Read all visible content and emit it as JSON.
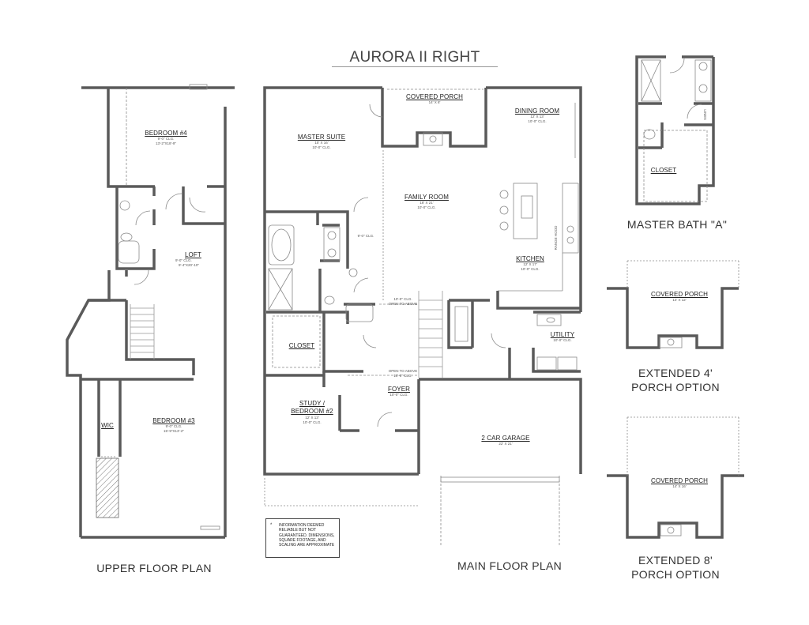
{
  "sheet": {
    "title": "AURORA II RIGHT"
  },
  "upper_floor": {
    "title": "UPPER FLOOR PLAN",
    "rooms": [
      {
        "name": "BEDROOM #4",
        "lines": [
          "9'-0\" CLG.",
          "13'-2\"X18'-9\""
        ]
      },
      {
        "name": "LOFT",
        "lines": [
          "9'-0\" CLG.",
          "9'-4\"X20'-10\""
        ]
      },
      {
        "name": "BEDROOM #3",
        "lines": [
          "9'-0\" CLG.",
          "15'-9\"X13'-2\""
        ]
      },
      {
        "name": "WIC",
        "lines": []
      }
    ]
  },
  "main_floor": {
    "title": "MAIN FLOOR PLAN",
    "rooms": [
      {
        "name": "COVERED PORCH",
        "lines": [
          "14' X 8'"
        ]
      },
      {
        "name": "DINING ROOM",
        "lines": [
          "12' X 13'",
          "10'-0\" CLG."
        ]
      },
      {
        "name": "MASTER SUITE",
        "lines": [
          "15' X 16'",
          "10'-0\" CLG."
        ]
      },
      {
        "name": "FAMILY ROOM",
        "lines": [
          "18' X 21'",
          "10'-0\" CLG."
        ]
      },
      {
        "name": "KITCHEN",
        "lines": [
          "12' X 17'",
          "10'-0\" CLG."
        ]
      },
      {
        "name": "CLOSET",
        "lines": []
      },
      {
        "name": "UTILITY",
        "lines": [
          "10'-0\" CLG."
        ]
      },
      {
        "name": "FOYER",
        "lines": [
          "10'-0\" CLG."
        ]
      },
      {
        "name": "STUDY / BEDROOM #2",
        "lines": [
          "12' X 13'",
          "10'-0\" CLG."
        ]
      },
      {
        "name": "2 CAR GARAGE",
        "lines": [
          "22' X 21'"
        ]
      }
    ],
    "annotations": {
      "bath_clg": "9'-0\" CLG.",
      "stair_clg": "10'-0\" CLG.",
      "open_to_above_1": "OPEN TO ABOVE",
      "open_to_above_2": "OPEN TO ABOVE",
      "foyer_clg_above": "10'-0\" CLG.",
      "range_hood": "RANGE HOOD"
    },
    "note": {
      "marker": "*",
      "text": "INFORMATION DEEMED RELIABLE BUT NOT GUARANTEED. DIMENSIONS, SQUARE FOOTAGE, AND SCALING ARE APPROXIMATE"
    }
  },
  "master_bath": {
    "title": "MASTER BATH \"A\"",
    "rooms": [
      {
        "name": "CLOSET",
        "lines": []
      },
      {
        "name": "LINEN",
        "lines": []
      }
    ]
  },
  "porch_option_4": {
    "title_line1": "EXTENDED 4'",
    "title_line2": "PORCH OPTION",
    "room": {
      "name": "COVERED PORCH",
      "lines": [
        "14' X 12'"
      ]
    }
  },
  "porch_option_8": {
    "title_line1": "EXTENDED 8'",
    "title_line2": "PORCH OPTION",
    "room": {
      "name": "COVERED PORCH",
      "lines": [
        "14' X 16'"
      ]
    }
  },
  "colors": {
    "wall": "#5a5a5a",
    "thin_line": "#8a8a8a",
    "dashed": "#b0b0b0",
    "text": "#222222"
  }
}
